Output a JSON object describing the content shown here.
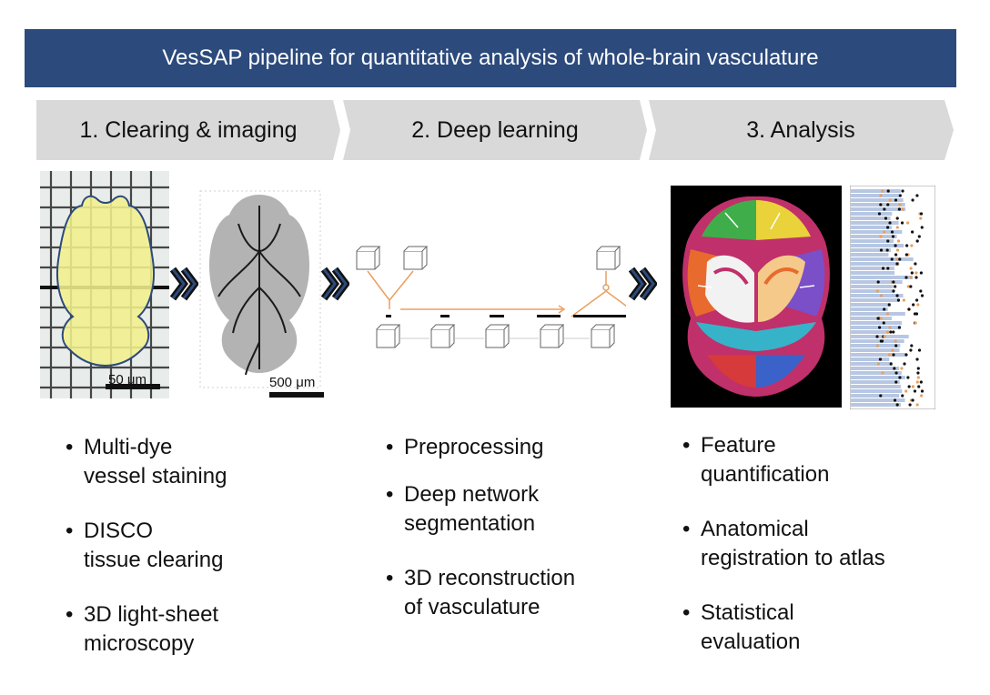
{
  "title": "VesSAP pipeline for quantitative analysis of whole-brain vasculature",
  "steps": [
    {
      "label": "1. Clearing & imaging"
    },
    {
      "label": "2. Deep learning"
    },
    {
      "label": "3. Analysis"
    }
  ],
  "scale_bars": {
    "photo": "50 μm",
    "lightsheet": "500 μm"
  },
  "bullets": {
    "clearing": [
      {
        "line1": "Multi-dye",
        "line2": "vessel staining"
      },
      {
        "line1": "DISCO",
        "line2": "tissue clearing"
      },
      {
        "line1": "3D light-sheet",
        "line2": "microscopy"
      }
    ],
    "deep_learning": [
      {
        "line1": "Preprocessing",
        "line2": ""
      },
      {
        "line1": "Deep network",
        "line2": "segmentation"
      },
      {
        "line1": "3D reconstruction",
        "line2": "of vasculature"
      }
    ],
    "analysis": [
      {
        "line1": "Feature",
        "line2": "quantification"
      },
      {
        "line1": "Anatomical",
        "line2": "registration to atlas"
      },
      {
        "line1": "Statistical",
        "line2": "evaluation"
      }
    ]
  },
  "colors": {
    "title_bg": "#2c4a7c",
    "step_bg": "#d9d9d9",
    "accent_orange": "#e8a060",
    "chevron_blue": "#2c4a7c",
    "brain_yellow": "#f1f08c"
  }
}
